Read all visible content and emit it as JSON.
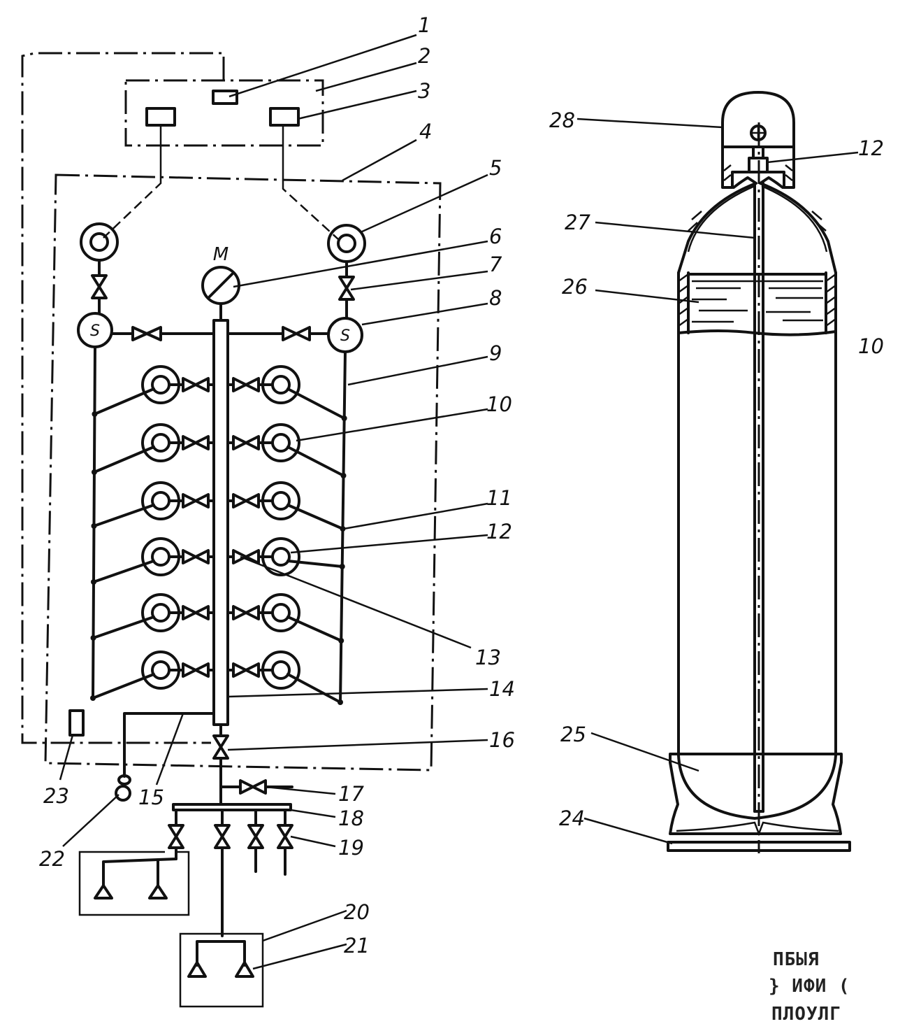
{
  "gauge_symbol": "M",
  "sensor_symbol": "S",
  "callouts": {
    "c1": "1",
    "c2": "2",
    "c3": "3",
    "c4": "4",
    "c5": "5",
    "c6": "6",
    "c7": "7",
    "c8": "8",
    "c9": "9",
    "c10": "10",
    "c11": "11",
    "c12": "12",
    "c13": "13",
    "c14": "14",
    "c15": "15",
    "c16": "16",
    "c17": "17",
    "c18": "18",
    "c19": "19",
    "c20": "20",
    "c21": "21",
    "c22": "22",
    "c23": "23",
    "c24": "24",
    "c25": "25",
    "c26": "26",
    "c27": "27",
    "c28": "28",
    "c12b": "12",
    "c10b": "10"
  },
  "stamp_lines": [
    "ПБЫЯ",
    "}  ИФИ  (",
    "ПЛОУЛГ"
  ]
}
